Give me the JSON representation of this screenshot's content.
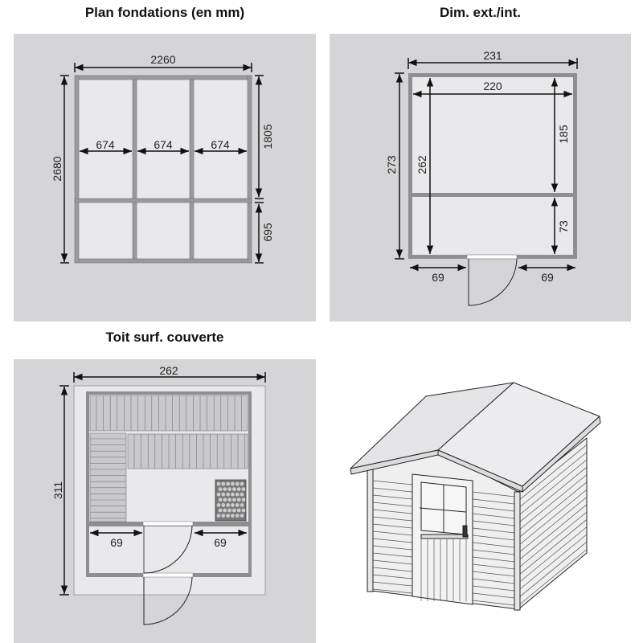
{
  "panels": {
    "foundation": {
      "title": "Plan fondations (en mm)",
      "total_width": "2260",
      "total_depth": "2680",
      "bay_widths": [
        "674",
        "674",
        "674"
      ],
      "front_depth": "1805",
      "rear_depth": "695"
    },
    "dimensions": {
      "title": "Dim. ext./int.",
      "ext_width": "231",
      "int_width": "220",
      "ext_depth": "273",
      "int_depth": "262",
      "room_depth": "185",
      "porch_depth": "73",
      "left_wall_to_door": "69",
      "right_wall_to_door": "69"
    },
    "roof": {
      "title": "Toit surf. couverte",
      "width": "262",
      "depth": "311",
      "left_wall_to_door": "69",
      "right_wall_to_door": "69"
    }
  },
  "colors": {
    "panel_bg": "#d5d5d7",
    "floor": "#e9e9eb",
    "frame": "#8f8f92",
    "line": "#222222"
  }
}
